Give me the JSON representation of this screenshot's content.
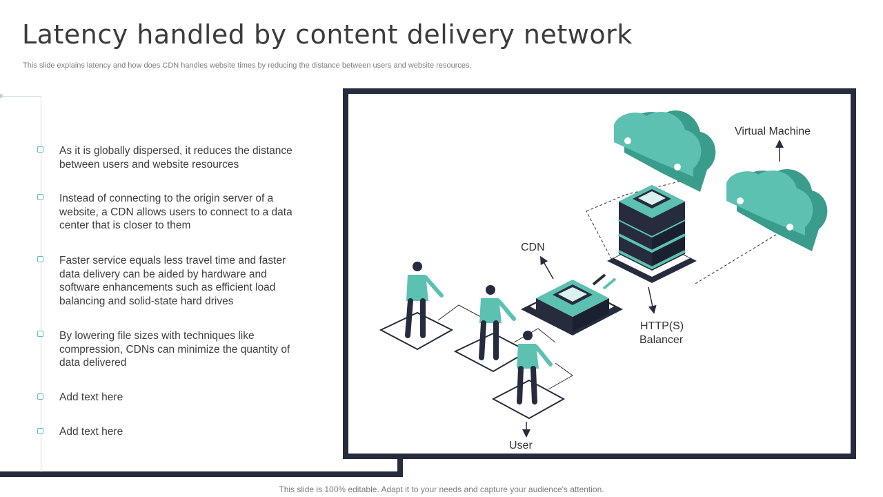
{
  "header": {
    "title": "Latency handled by content delivery network",
    "subtitle": "This slide explains latency and how does CDN handles website times by reducing the distance between users and website resources."
  },
  "points": [
    "As it is globally dispersed, it reduces the distance between users and website resources",
    "Instead of connecting to the origin server of a website, a CDN allows users to connect to a data center that is closer to them",
    "Faster service equals less travel time and faster data delivery can be aided by hardware and software enhancements such as efficient load balancing and solid-state hard drives",
    "By lowering file sizes with techniques like compression, CDNs can minimize the quantity of data delivered",
    "Add text here",
    "Add text here"
  ],
  "diagram": {
    "virtual_machine": "Virtual Machine",
    "cdn": "CDN",
    "balancer_line1": "HTTP(S)",
    "balancer_line2": "Balancer",
    "user": "User"
  },
  "footer": "This slide is 100% editable. Adapt it to your needs and capture your audience's attention.",
  "colors": {
    "accent": "#5cc1b1",
    "accent_dark": "#3a9d8c",
    "navy": "#262c3d"
  }
}
